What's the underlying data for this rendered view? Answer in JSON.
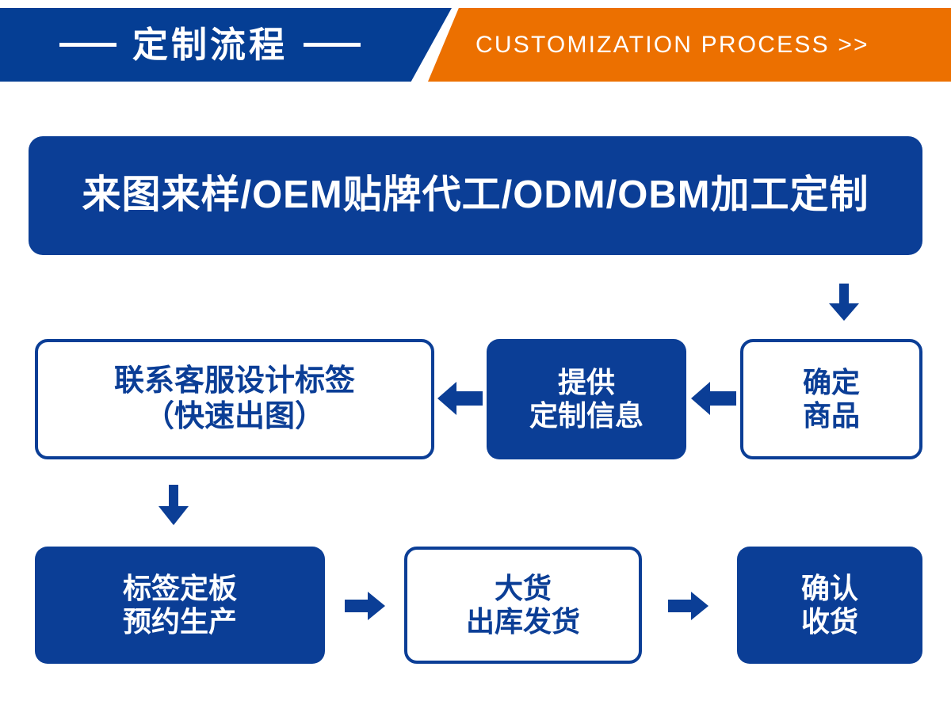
{
  "header": {
    "title": "定制流程",
    "subtitle": "CUSTOMIZATION PROCESS >>",
    "blue": "#053E94",
    "orange": "#EC7000"
  },
  "banner": {
    "text": "来图来样/OEM贴牌代工/ODM/OBM加工定制"
  },
  "colors": {
    "brand_blue": "#0B3E96",
    "accent_orange": "#EC7000",
    "white": "#FFFFFF"
  },
  "flow": {
    "row2": [
      {
        "id": "contact",
        "style": "outline",
        "lines": [
          "联系客服设计标签",
          "（快速出图）"
        ]
      },
      {
        "id": "provide",
        "style": "filled",
        "lines": [
          "提供",
          "定制信息"
        ]
      },
      {
        "id": "confirm-goods",
        "style": "outline",
        "lines": [
          "确定",
          "商品"
        ]
      }
    ],
    "row3": [
      {
        "id": "label-prod",
        "style": "filled",
        "lines": [
          "标签定板",
          "预约生产"
        ]
      },
      {
        "id": "shipping",
        "style": "outline",
        "lines": [
          "大货",
          "出库发货"
        ]
      },
      {
        "id": "receive",
        "style": "filled",
        "lines": [
          "确认",
          "收货"
        ]
      }
    ]
  },
  "arrows": [
    {
      "id": "arrow-down-right",
      "direction": "down"
    },
    {
      "id": "arrow-left-2",
      "direction": "left"
    },
    {
      "id": "arrow-left-1",
      "direction": "left"
    },
    {
      "id": "arrow-down-left",
      "direction": "down"
    },
    {
      "id": "arrow-right-1",
      "direction": "right"
    },
    {
      "id": "arrow-right-2",
      "direction": "right"
    }
  ]
}
